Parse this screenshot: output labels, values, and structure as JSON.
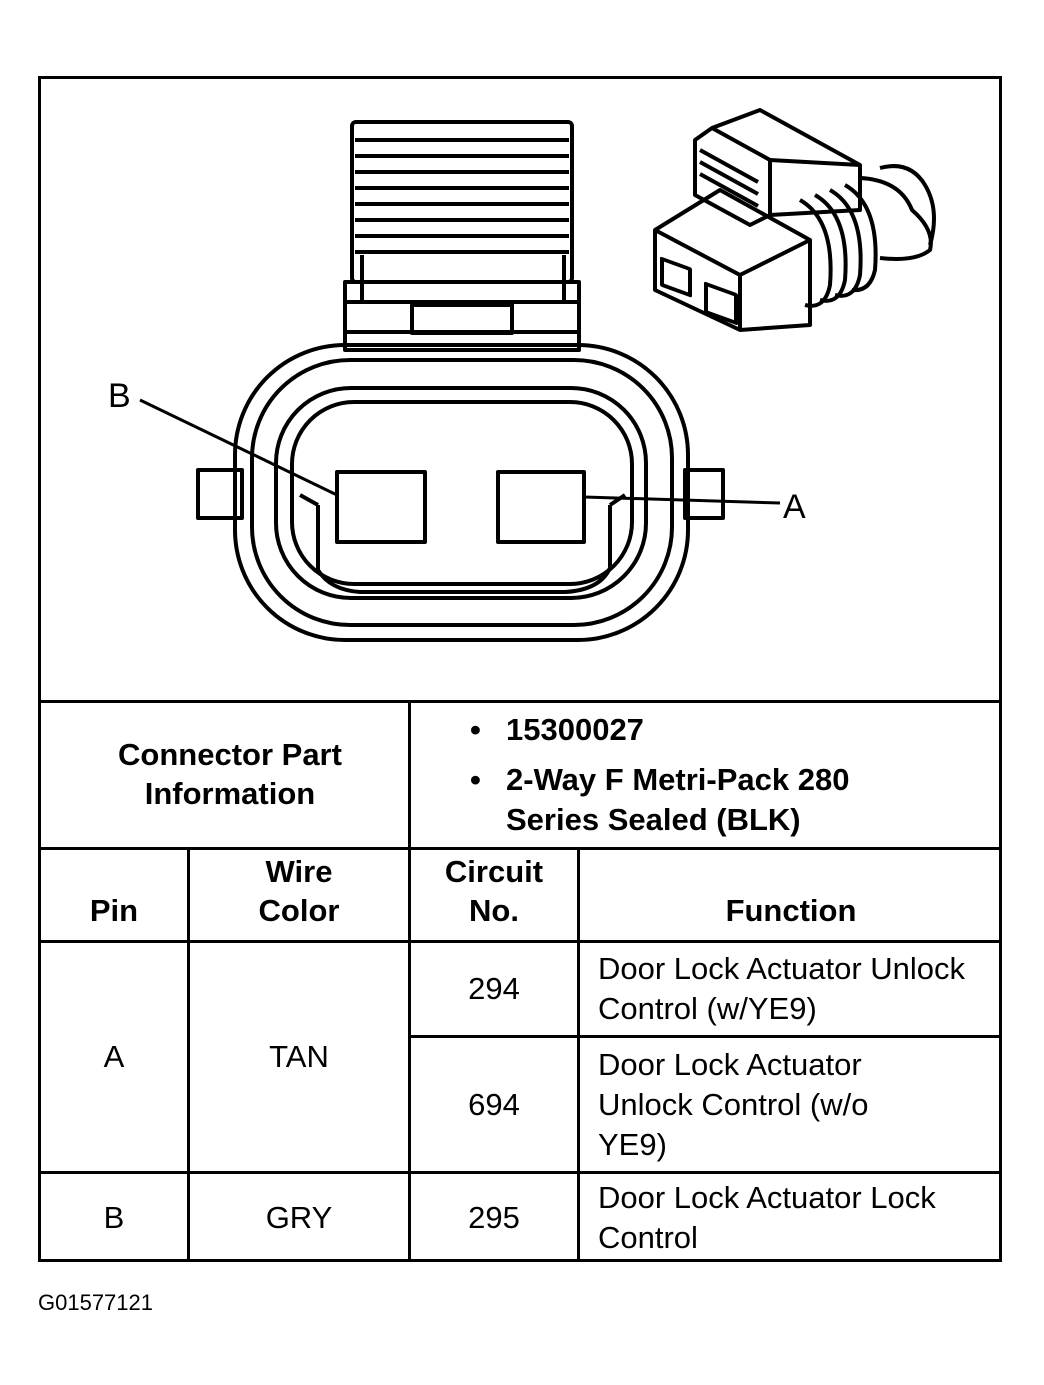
{
  "diagram": {
    "pin_labels": {
      "b": "B",
      "a": "A"
    }
  },
  "connector_info": {
    "label": "Connector Part Information",
    "items": [
      "15300027",
      "2-Way F Metri-Pack 280 Series Sealed (BLK)"
    ]
  },
  "table": {
    "headers": {
      "pin": "Pin",
      "wire_color": "Wire Color",
      "circuit": "Circuit No.",
      "function": "Function"
    },
    "rows": [
      {
        "pin": "A",
        "wire_color": "TAN",
        "circuits": [
          {
            "no": "294",
            "function": "Door Lock Actuator Unlock Control (w/YE9)"
          },
          {
            "no": "694",
            "function": "Door Lock Actuator Unlock Control (w/o YE9)"
          }
        ]
      },
      {
        "pin": "B",
        "wire_color": "GRY",
        "circuits": [
          {
            "no": "295",
            "function": "Door Lock Actuator Lock Control"
          }
        ]
      }
    ]
  },
  "footer": {
    "figure_id": "G01577121"
  }
}
